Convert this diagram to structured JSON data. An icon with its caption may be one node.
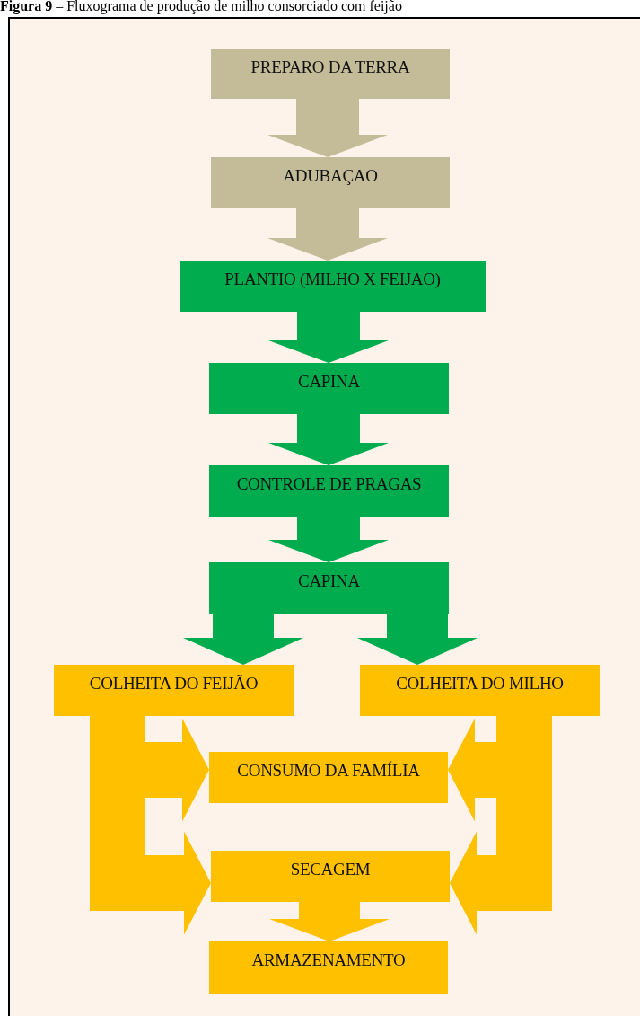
{
  "diagram": {
    "title": "**Figura 9** – Fluxograma de produção de milho consorciado com feijão",
    "nodes": [
      {
        "text": [
          "PREPARO DA TERRA"
        ]
      },
      {
        "text": [
          "ADUBAÇAO"
        ]
      },
      {
        "text": [
          "PLANTIO (MILHO X FEIJAO)"
        ]
      },
      {
        "text": [
          "CAPINA"
        ]
      },
      {
        "text": [
          "CONTROLE DE PRAGAS"
        ]
      },
      {
        "text": [
          "CAPINA"
        ]
      },
      {
        "text": [
          "COLHEITA DO FEIJÃO"
        ]
      },
      {
        "text": [
          "COLHEITA DO MILHO"
        ]
      },
      {
        "text": [
          "CONSUMO DA FAMÍLIA"
        ]
      },
      {
        "text": [
          "SECAGEM"
        ]
      },
      {
        "text": [
          "ARMAZENAMENTO"
        ]
      }
    ],
    "edges": [
      {
        "from": 0,
        "to": 1,
        "arrow": "to",
        "color": "#c4bc98"
      },
      {
        "from": 1,
        "to": 2,
        "arrow": "to",
        "color": "#c4bc98"
      },
      {
        "from": 2,
        "to": 3,
        "arrow": "to"
      },
      {
        "from": 3,
        "to": 4,
        "arrow": "to"
      },
      {
        "from": 4,
        "to": 5,
        "arrow": "to"
      },
      {
        "from": 5,
        "to": 6,
        "arrow": "to"
      },
      {
        "from": 5,
        "to": 7,
        "arrow": "to"
      },
      {
        "from": 6,
        "to": 8,
        "arrow": "to",
        "color": "#ffc000"
      },
      {
        "from": 6,
        "to": 9,
        "arrow": "to",
        "color": "#ffc000"
      },
      {
        "from": 7,
        "to": 8,
        "arrow": "to",
        "color": "#ffc000"
      },
      {
        "from": 7,
        "to": 9,
        "arrow": "to",
        "color": "#ffc000"
      },
      {
        "from": 9,
        "to": 10,
        "arrow": "to",
        "color": "#ffc000"
      }
    ]
  }
}
